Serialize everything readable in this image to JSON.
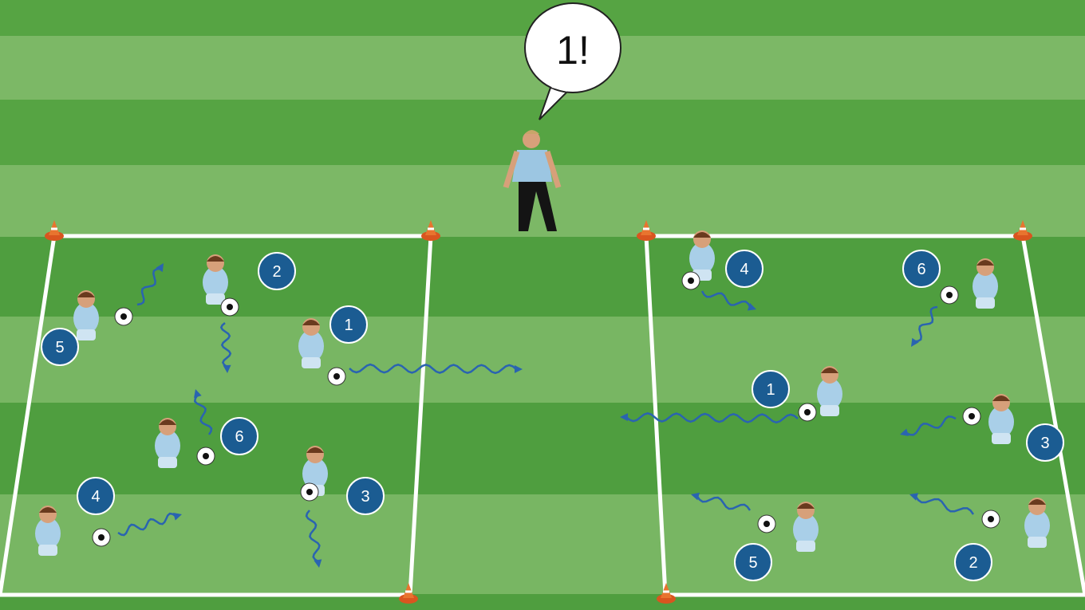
{
  "speech_bubble": {
    "text": "1!"
  },
  "left_field": {
    "badges": [
      "2",
      "5",
      "1",
      "6",
      "4",
      "3"
    ]
  },
  "right_field": {
    "badges": [
      "4",
      "6",
      "1",
      "3",
      "5",
      "2"
    ]
  },
  "colors": {
    "grass_dark": "#4f9e3f",
    "grass_light": "#78b663",
    "badge": "#1b5c92",
    "arrow": "#2a64b0",
    "line": "#ffffff",
    "cone": "#e0642a"
  }
}
